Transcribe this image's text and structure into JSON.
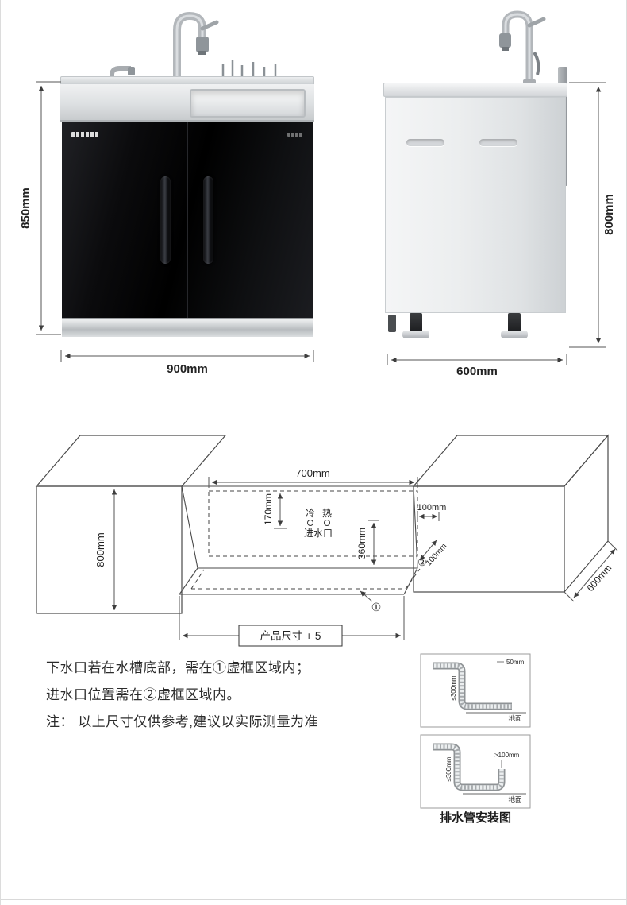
{
  "front_view": {
    "height": "850mm",
    "width": "900mm"
  },
  "side_view": {
    "height": "800mm",
    "depth": "600mm"
  },
  "install": {
    "top_width": "700mm",
    "inlet_offset_top": "170mm",
    "drain_offset": "360mm",
    "right_gap": "100mm",
    "depth_gap": "100mm",
    "left_height": "800mm",
    "right_depth": "600mm",
    "bottom_width": "产品尺寸 + 5",
    "cold": "冷",
    "hot": "热",
    "inlet_label": "进水口",
    "zone1_mark": "①",
    "zone2_mark": "②"
  },
  "notes": {
    "line1": "下水口若在水槽底部，需在①虚框区域内；",
    "line2": "进水口位置需在②虚框区域内。",
    "line3": "注： 以上尺寸仅供参考,建议以实际测量为准"
  },
  "drain": {
    "caption": "排水管安装图",
    "d1": {
      "gap": "50mm",
      "height": "≤300mm",
      "floor": "地面"
    },
    "d2": {
      "gap": ">100mm",
      "height": "≤300mm",
      "floor": "地面"
    }
  }
}
